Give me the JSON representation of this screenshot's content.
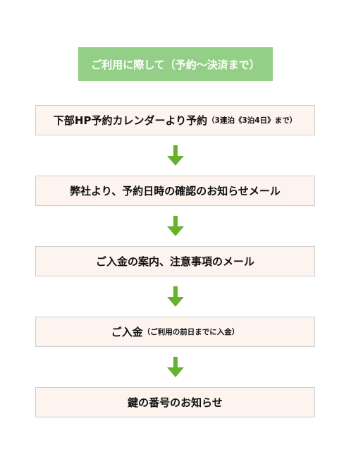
{
  "title": "ご利用に際して（予約〜決済まで）",
  "steps": [
    {
      "main": "下部HP予約カレンダーより予約",
      "sub": "（3連泊《3泊4日》まで）"
    },
    {
      "main": "弊社より、予約日時の確認のお知らせメール",
      "sub": ""
    },
    {
      "main": "ご入金の案内、注意事項のメール",
      "sub": ""
    },
    {
      "main": "ご入金",
      "sub": "（ご利用の前日までに入金）"
    },
    {
      "main": "鍵の番号のお知らせ",
      "sub": ""
    }
  ],
  "colors": {
    "title_bg": "#94cf87",
    "step_bg": "#fdf3ef",
    "step_border": "#cfcfcf",
    "arrow": "#66b22f"
  },
  "icons": [
    "arrow-down-icon"
  ]
}
